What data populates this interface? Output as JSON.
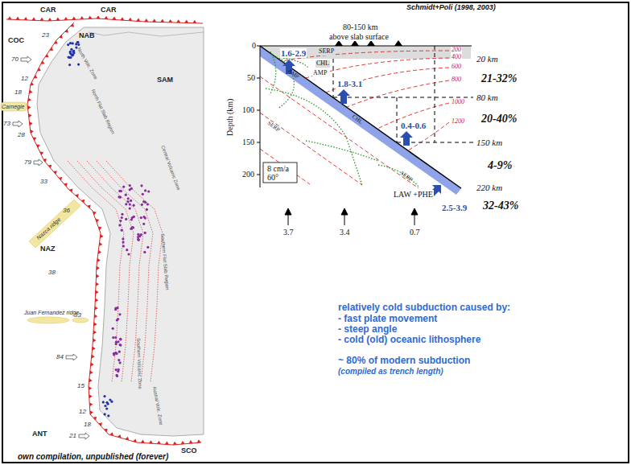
{
  "diagram": {
    "caption": "own compilation, unpublished (forever)",
    "labels": [
      "CAR",
      "CAR",
      "NAB",
      "COC",
      "SAM",
      "Carnegie",
      "23",
      "70",
      "12",
      "18",
      "73",
      "28",
      "79",
      "33",
      "Nazca ridge",
      "36",
      "NAZ",
      "38",
      "33",
      "Juan Fernandez ridge",
      "84",
      "15",
      "12",
      "18",
      "21",
      "ANT",
      "SCO",
      "North Volc. Zone",
      "North Flat Slab Region",
      "Central Volcanic Zone",
      "Southern Flat Slab Region",
      "Southern Volcanic Zone",
      "Austral Volc. Zone",
      "Schmidt+Poli (1998, 2003)",
      "80-150 km",
      "above slab surface",
      "0",
      "50",
      "100",
      "150",
      "200",
      "Depth (km)",
      "200",
      "400",
      "600",
      "800",
      "1000",
      "1200",
      "20 km",
      "21-32%",
      "80 km",
      "20-40%",
      "150 km",
      "4-9%",
      "220 km",
      "32-43%",
      "1.6-2.9",
      "1.8-3.1",
      "0.4-0.6",
      "2.5-3.9",
      "SERP",
      "CHL",
      "AMP",
      "AMP",
      "CHL",
      "SERP",
      "SERP",
      "8 cm/a",
      "60°",
      "LAW +PHE",
      "3.7",
      "3.4",
      "0.7",
      "relatively cold subduction caused by:",
      "- fast plate movement",
      "- steep angle",
      "- cold (old) oceanic lithosphere",
      "~ 80% of modern subduction",
      "(compiled as trench length)"
    ]
  }
}
